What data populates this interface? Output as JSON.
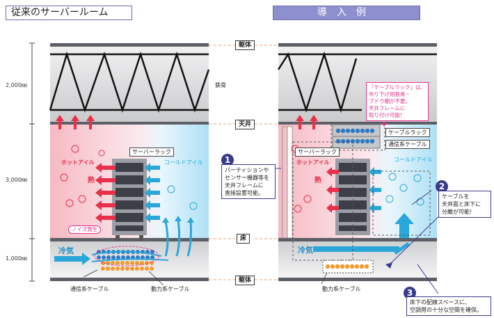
{
  "headers": {
    "left": "従来のサーバールーム",
    "right": "導入例"
  },
  "layers": {
    "body_top": "躯体",
    "ceiling": "天井",
    "floor": "床",
    "body_bottom": "躯体"
  },
  "dimensions": {
    "upper": "2,000㎜",
    "middle": "3,000㎜",
    "lower": "1,000㎜"
  },
  "left_panel": {
    "steel_frame": "鉄骨",
    "server_rack": "サーバーラック",
    "hot_aisle": "ホットアイル",
    "cold_aisle": "コールドアイル",
    "heat": "熱",
    "cold_air": "冷気",
    "noise": "ノイズ発生",
    "comm_cable": "通信系ケーブル",
    "power_cable": "動力系ケーブル"
  },
  "right_panel": {
    "cable_rack": "ケーブルラック",
    "comm_cable": "通信系ケーブル",
    "server_rack": "サーバーラック",
    "hot_aisle": "ホットアイル",
    "cold_aisle": "コールドアイル",
    "heat": "熱",
    "cold_air": "冷気",
    "power_cable": "動力系ケーブル",
    "note": [
      "「ケーブルラック」は、",
      "吊り下げ用鉄骨・",
      "ブドウ棚が不要。",
      "天井フレームに",
      "取り付け可能!"
    ]
  },
  "callouts": [
    {
      "num": "1",
      "lines": [
        "パーティションや",
        "センサー機器等を",
        "天井フレームに",
        "直接設置可能。"
      ]
    },
    {
      "num": "2",
      "lines": [
        "ケーブルを",
        "天井面と床下に",
        "分離が可能!"
      ]
    },
    {
      "num": "3",
      "lines": [
        "床下の配線スペースに、",
        "空調用の十分な空間を確保。"
      ]
    }
  ],
  "colors": {
    "hot": "#e8304a",
    "cold": "#2aa7d8",
    "accent": "#3a3a8c",
    "note": "#e8308c"
  }
}
